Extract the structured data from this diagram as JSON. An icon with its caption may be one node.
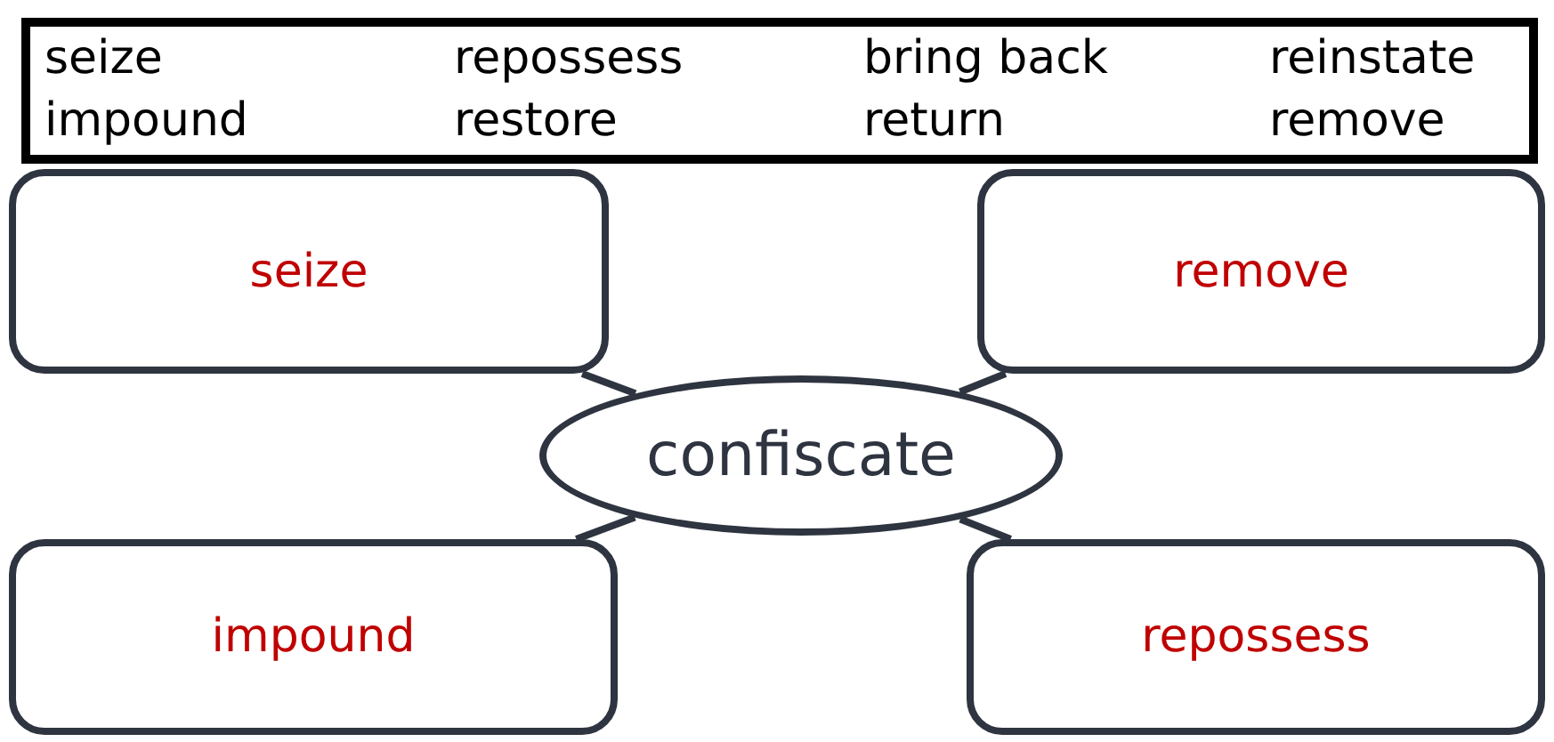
{
  "diagram": {
    "nodes": [
      {
        "text": [
          "seize"
        ]
      },
      {
        "text": [
          "remove"
        ]
      },
      {
        "text": [
          "confiscate"
        ]
      },
      {
        "text": [
          "impound"
        ]
      },
      {
        "text": [
          "repossess"
        ]
      }
    ],
    "edges": [
      {
        "from": 2,
        "to": 0,
        "arrow": "none"
      },
      {
        "from": 2,
        "to": 1,
        "arrow": "none"
      },
      {
        "from": 2,
        "to": 3,
        "arrow": "none"
      },
      {
        "from": 2,
        "to": 4,
        "arrow": "none"
      }
    ],
    "labels": [
      "seize",
      "repossess",
      "bring back",
      "reinstate",
      "impound",
      "restore",
      "return",
      "remove"
    ]
  }
}
